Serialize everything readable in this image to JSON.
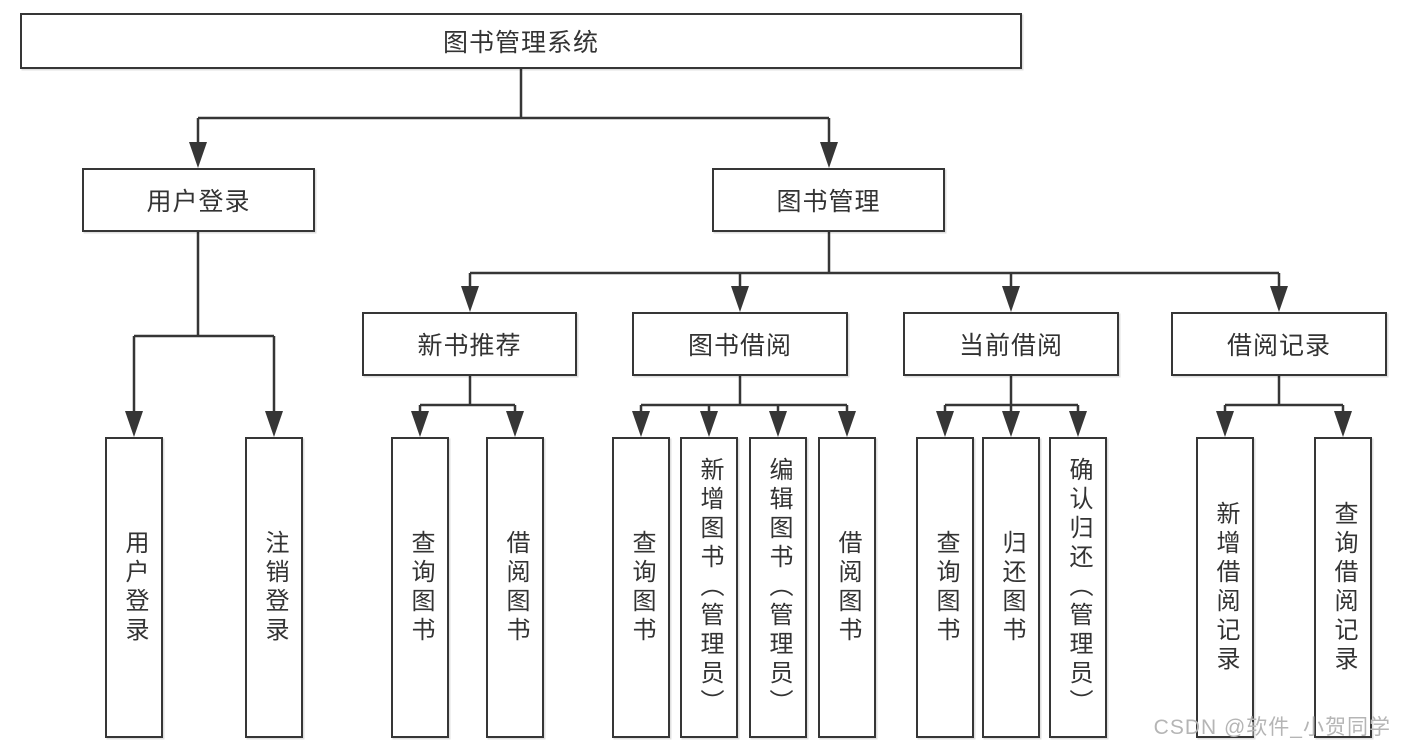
{
  "diagram": {
    "root": {
      "label": "图书管理系统"
    },
    "branches": [
      {
        "label": "用户登录",
        "children": [
          {
            "label": "用户登录"
          },
          {
            "label": "注销登录"
          }
        ]
      },
      {
        "label": "图书管理",
        "children": [
          {
            "label": "新书推荐",
            "children": [
              {
                "label": "查询图书"
              },
              {
                "label": "借阅图书"
              }
            ]
          },
          {
            "label": "图书借阅",
            "children": [
              {
                "label": "查询图书"
              },
              {
                "label": "新增图书（管理员）"
              },
              {
                "label": "编辑图书（管理员）"
              },
              {
                "label": "借阅图书"
              }
            ]
          },
          {
            "label": "当前借阅",
            "children": [
              {
                "label": "查询图书"
              },
              {
                "label": "归还图书"
              },
              {
                "label": "确认归还（管理员）"
              }
            ]
          },
          {
            "label": "借阅记录",
            "children": [
              {
                "label": "新增借阅记录"
              },
              {
                "label": "查询借阅记录"
              }
            ]
          }
        ]
      }
    ],
    "colors": {
      "line": "#363636",
      "text": "#333333",
      "watermark": "#b5b5b5",
      "background": "#ffffff"
    },
    "watermark": "CSDN @软件_小贺同学"
  }
}
